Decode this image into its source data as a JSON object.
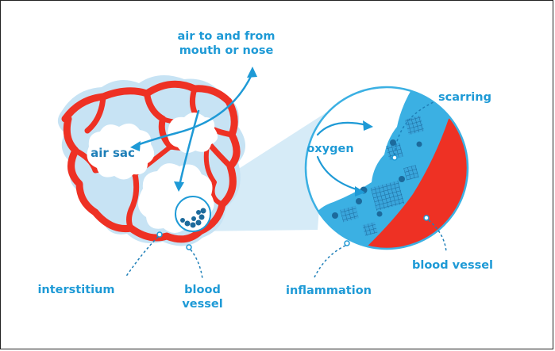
{
  "colors": {
    "blue": "#1e9ad6",
    "light_blue": "#c7e3f4",
    "red": "#ee3124",
    "cyan": "#3bb0e3",
    "dark_blue": "#1c6a9c"
  },
  "labels": {
    "air_line1": "air to and from",
    "air_line2": "mouth or nose",
    "air_sac": "air sac",
    "oxygen": "oxygen",
    "scarring": "scarring",
    "interstitium": "interstitium",
    "blood_vessel_left_line1": "blood",
    "blood_vessel_left_line2": "vessel",
    "inflammation": "inflammation",
    "blood_vessel_right": "blood vessel"
  }
}
